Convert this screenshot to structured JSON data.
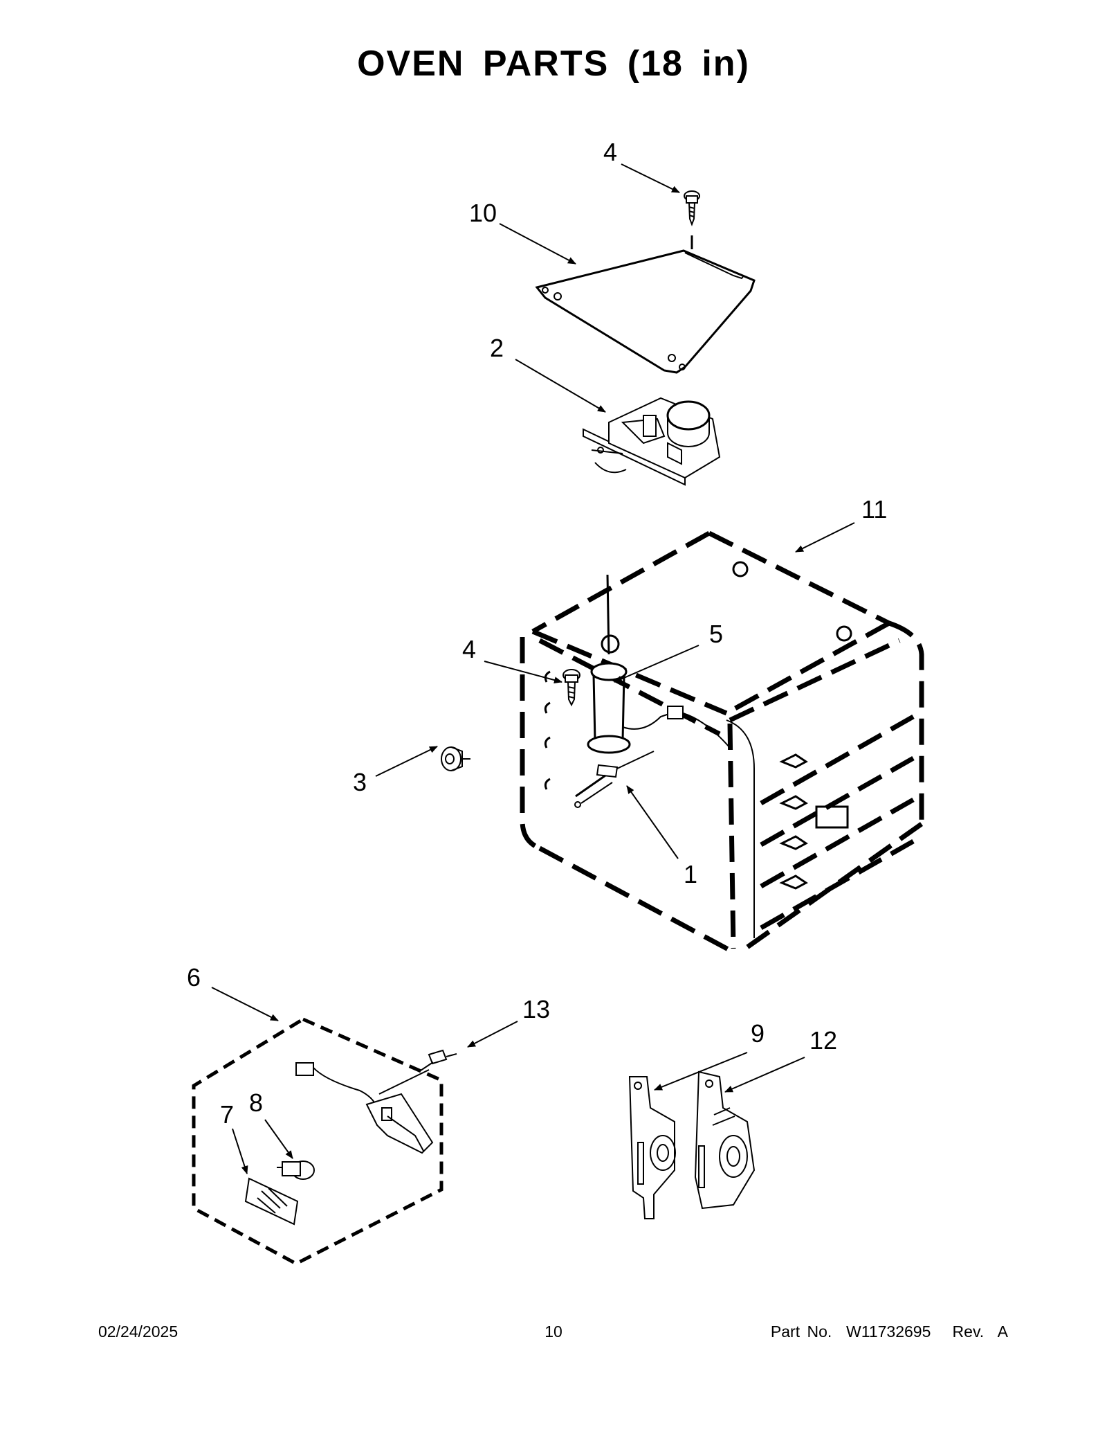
{
  "page": {
    "title": "OVEN PARTS (18 in)"
  },
  "callouts": [
    {
      "id": "c4-top",
      "label": "4"
    },
    {
      "id": "c10",
      "label": "10"
    },
    {
      "id": "c2",
      "label": "2"
    },
    {
      "id": "c11",
      "label": "11"
    },
    {
      "id": "c4-side",
      "label": "4"
    },
    {
      "id": "c5",
      "label": "5"
    },
    {
      "id": "c3",
      "label": "3"
    },
    {
      "id": "c1",
      "label": "1"
    },
    {
      "id": "c6",
      "label": "6"
    },
    {
      "id": "c13",
      "label": "13"
    },
    {
      "id": "c8",
      "label": "8"
    },
    {
      "id": "c7",
      "label": "7"
    },
    {
      "id": "c9",
      "label": "9"
    },
    {
      "id": "c12",
      "label": "12"
    }
  ],
  "footer": {
    "date": "02/24/2025",
    "page_number": "10",
    "part_no": "Part No.  W11732695   Rev.  A"
  }
}
